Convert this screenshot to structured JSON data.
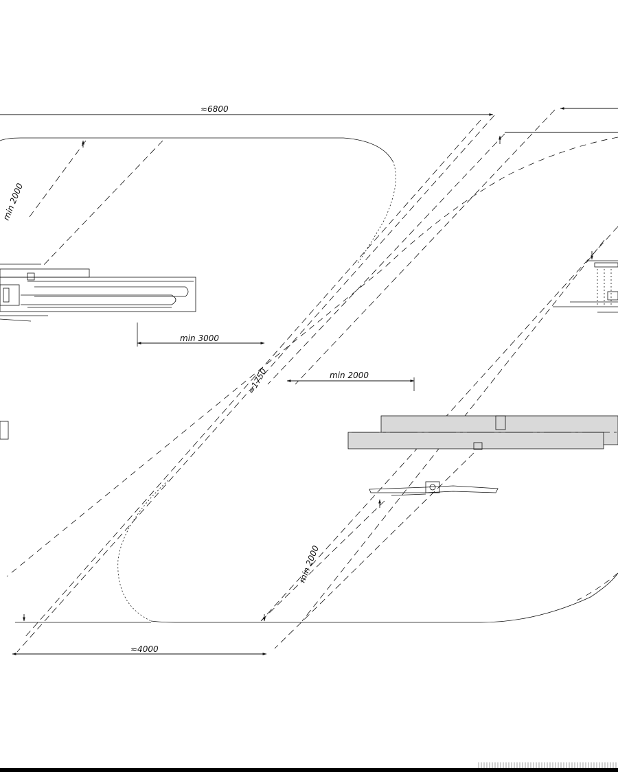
{
  "colors": {
    "ink": "#111111",
    "shade": "#d9d9d9",
    "background": "#ffffff"
  },
  "dimensions": {
    "overall_length": "≈6800",
    "radius_top_left": "min 2000",
    "gap_left": "min 3000",
    "diagonal": "≈1750",
    "gap_right": "min 2000",
    "radius_bottom": "min 2000",
    "bottom_length": "≈4000"
  }
}
